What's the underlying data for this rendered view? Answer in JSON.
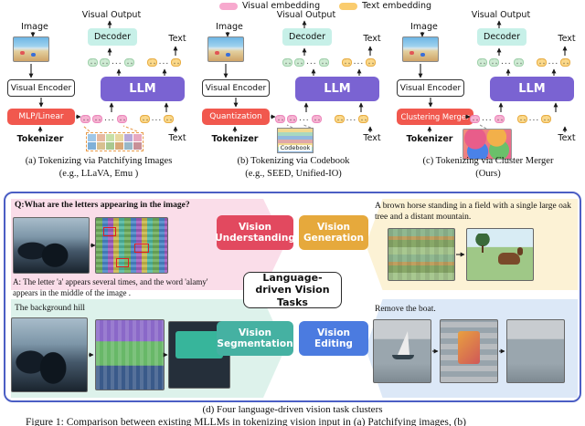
{
  "legend": {
    "visual_label": "Visual embedding",
    "text_label": "Text embedding"
  },
  "tokens": {
    "ellipsis": "..."
  },
  "panels": [
    {
      "visual_output": "Visual Output",
      "image_label": "Image",
      "decoder": "Decoder",
      "text_out": "Text",
      "encoder": "Visual Encoder",
      "llm": "LLM",
      "adapter": "MLP/Linear",
      "tokenizer": "Tokenizer",
      "text_in": "Text",
      "caption_line1": "(a) Tokenizing via Patchifying Images",
      "caption_line2": "(e.g., LLaVA, Emu )"
    },
    {
      "visual_output": "Visual Output",
      "image_label": "Image",
      "decoder": "Decoder",
      "text_out": "Text",
      "encoder": "Visual Encoder",
      "llm": "LLM",
      "adapter": "Quantization",
      "tokenizer": "Tokenizer",
      "text_in": "Text",
      "codebook_label": "Codebook",
      "caption_line1": "(b) Tokenizing via Codebook",
      "caption_line2": "(e.g., SEED, Unified-IO)"
    },
    {
      "visual_output": "Visual Output",
      "image_label": "Image",
      "decoder": "Decoder",
      "text_out": "Text",
      "encoder": "Visual Encoder",
      "llm": "LLM",
      "adapter": "Clustering Merger",
      "tokenizer": "Tokenizer",
      "text_in": "Text",
      "caption_line1": "(c) Tokenizing via Cluster Merger",
      "caption_line2": "(Ours)"
    }
  ],
  "tasks": {
    "center_label": "Language-driven Vision Tasks",
    "understanding": {
      "label": "Vision Understanding",
      "question": "Q:What are the letters appearing in the image?",
      "answer": "A: The letter 'a' appears several times, and the word 'alamy' appears in the middle of the image ."
    },
    "generation": {
      "label": "Vision Generation",
      "prompt": "A brown horse standing in a field with a single large oak tree and a distant mountain."
    },
    "segmentation": {
      "label": "Vision Segmentation",
      "prompt": "The background hill"
    },
    "editing": {
      "label": "Vision Editing",
      "prompt": "Remove the boat."
    },
    "caption": "(d) Four language-driven vision task clusters"
  },
  "figure_caption": "Figure 1: Comparison between existing MLLMs in tokenizing vision input in (a) Patchifying images, (b)",
  "colors": {
    "visual_embedding": "#F7A9CE",
    "text_embedding": "#FACC6E",
    "llm_box": "#7A63D2",
    "decoder_box": "#C7F0E8",
    "adapter_box": "#F1584E",
    "understanding_box": "#E2495F",
    "generation_box": "#E6A93C",
    "segmentation_box": "#45B1A2",
    "editing_box": "#4B7BE0",
    "cluster_panel_border": "#4B5EC4"
  }
}
